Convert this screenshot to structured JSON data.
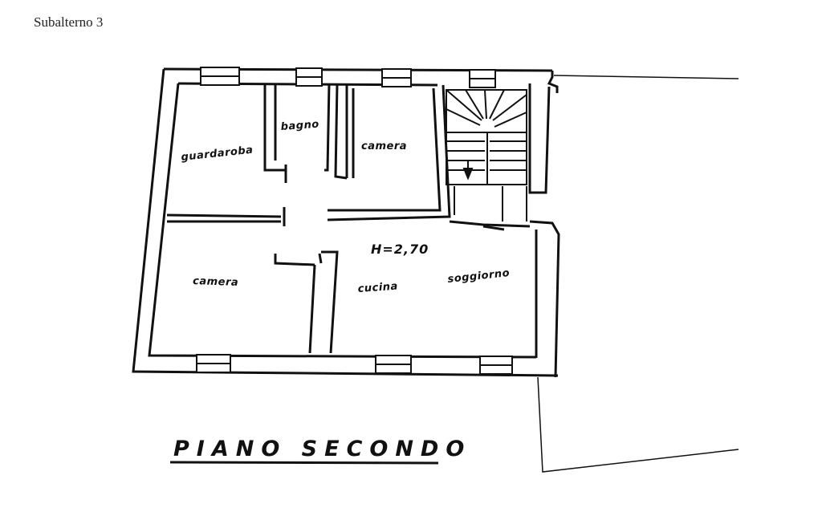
{
  "document": {
    "header": "Subalterno 3"
  },
  "floorplan": {
    "title": "PIANO SECONDO",
    "ceiling_height": "H=2,70",
    "rooms": {
      "guardaroba": "guardaroba",
      "bagno": "bagno",
      "camera_top": "camera",
      "camera_bottom": "camera",
      "cucina": "cucina",
      "soggiorno": "soggiorno"
    }
  },
  "colors": {
    "ink": "#111111",
    "paper": "#ffffff"
  }
}
